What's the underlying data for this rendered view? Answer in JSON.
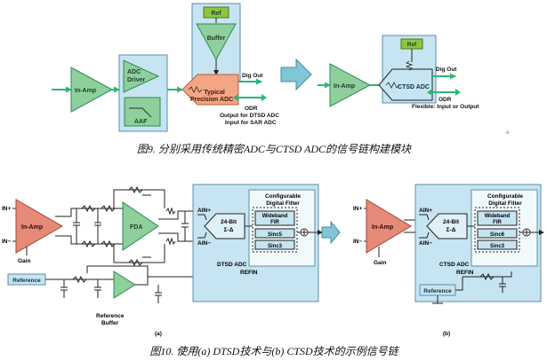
{
  "fig9": {
    "in_amp": "In-Amp",
    "adc_driver_1": "ADC",
    "adc_driver_2": "Driver",
    "aaf": "AAF",
    "ref": "Ref",
    "buffer": "Buffer",
    "sar_1": "Typical",
    "sar_2": "Precision ADC",
    "dig_out": "Dig Out",
    "odr": "ODR",
    "odr_note_1": "Output for DTSD ADC",
    "odr_note_2": "Input for SAR ADC",
    "in_amp_right": "In-Amp",
    "ref_right": "Ref",
    "ctsd_adc": "CTSD ADC",
    "dig_out_right": "Dig Out",
    "odr_right": "ODR",
    "flexible": "Flexible: Input or Output",
    "caption": "图9. 分别采用传统精密ADC与CTSD ADC的信号链构建模块"
  },
  "fig10": {
    "in_plus": "IN+",
    "in_minus": "IN−",
    "in_amp": "In-Amp",
    "gain": "Gain",
    "fda": "FDA",
    "ain_plus": "AIN+",
    "ain_minus": "AIN−",
    "sd_1": "24-Bit",
    "sd_2": "Σ-Δ",
    "filter_title_1": "Configurable",
    "filter_title_2": "Digital Filter",
    "fir_1": "Wideband",
    "fir_2": "FIR",
    "sinc5": "Sinc5",
    "sinc3": "Sinc3",
    "dtsd_adc": "DTSD ADC",
    "refin": "REFIN",
    "reference": "Reference",
    "ref_buf_1": "Reference",
    "ref_buf_2": "Buffer",
    "label_a": "(a)",
    "in_plus_b": "IN+",
    "in_minus_b": "IN−",
    "in_amp_b": "In-Amp",
    "gain_b": "Gain",
    "ain_plus_b": "AIN+",
    "ain_minus_b": "AIN−",
    "sd_1_b": "24-Bit",
    "sd_2_b": "Σ-Δ",
    "filter_title_1_b": "Configurable",
    "filter_title_2_b": "Digital Filter",
    "fir_1_b": "Wideband",
    "fir_2_b": "FIR",
    "sinc6": "Sinc6",
    "sinc3_b": "Sinc3",
    "ctsd_adc": "CTSD ADC",
    "refin_b": "REFIN",
    "reference_b": "Reference",
    "label_b": "(b)",
    "caption": "图10. 使用(a) DTSD技术与(b) CTSD技术的示例信号链"
  },
  "colors": {
    "amp_green": "#8fcf9c",
    "box_blue": "#c6e4f1",
    "sar_salmon": "#f3a584",
    "inamp_salmon": "#e68979",
    "arrow_teal": "#7fc6d6",
    "signal_green": "#2bb673",
    "ref_green": "#8cc63f",
    "filter_blue": "#dff0f8"
  }
}
